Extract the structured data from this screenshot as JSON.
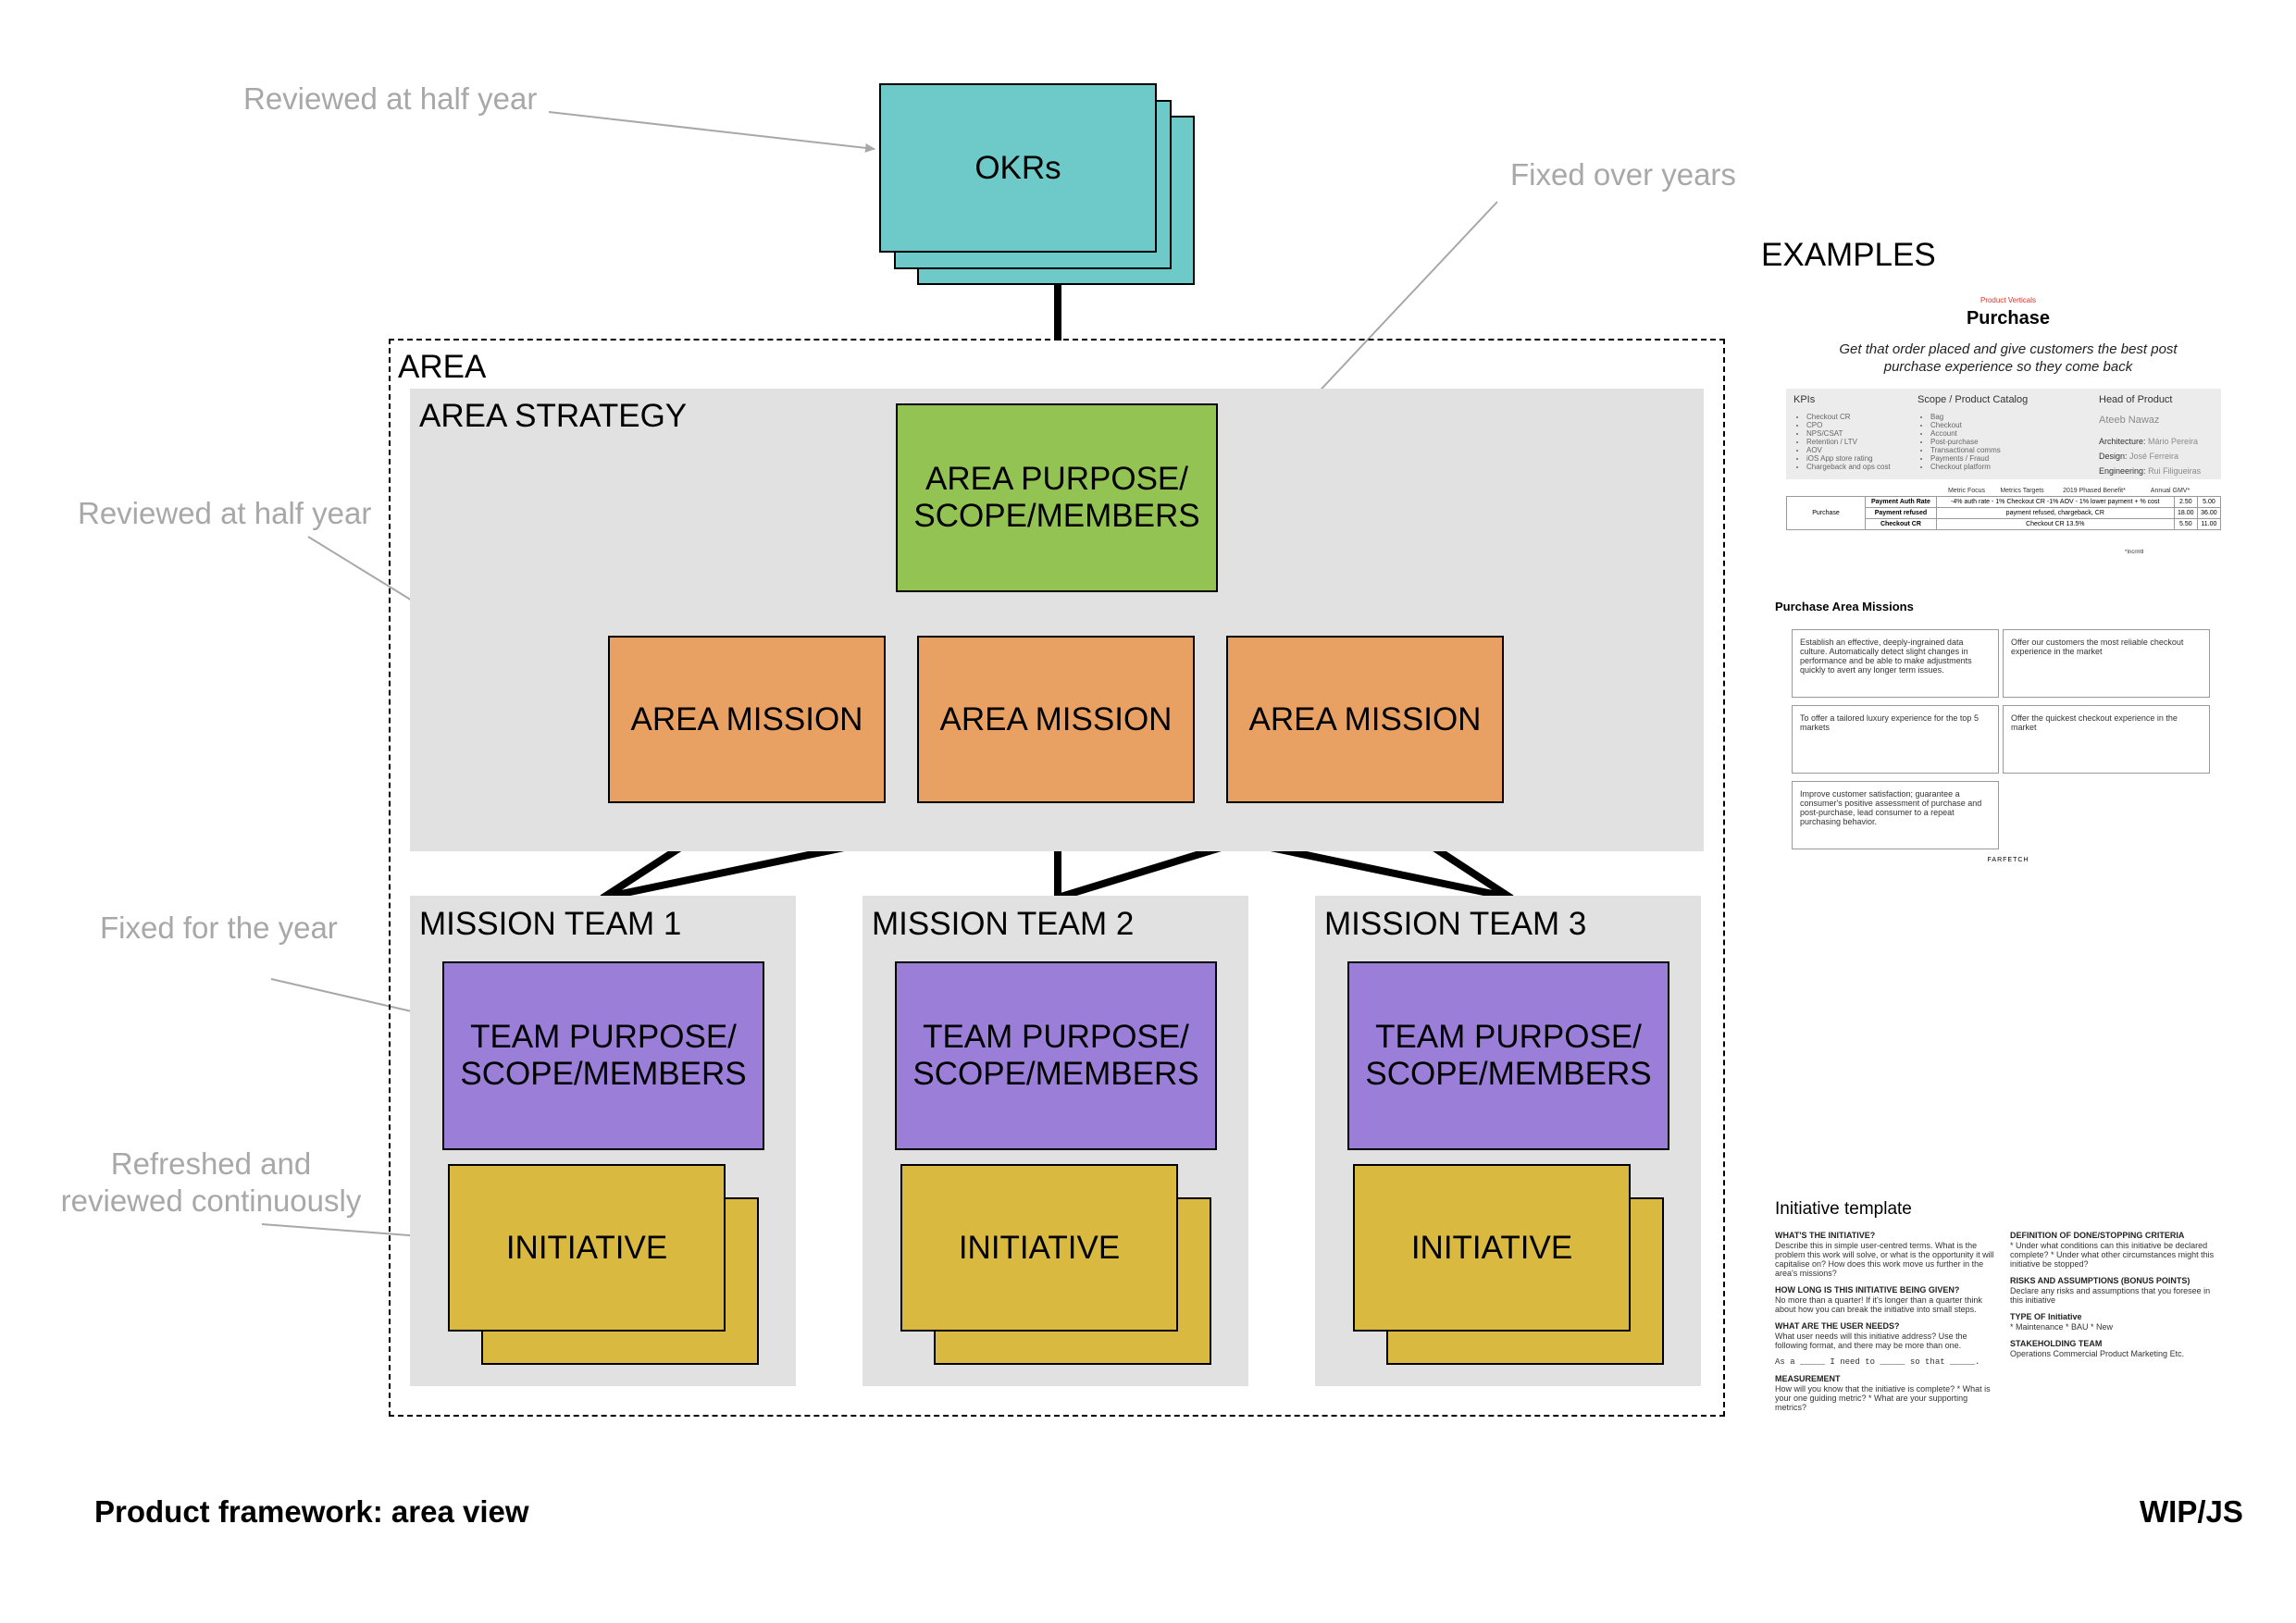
{
  "notes": {
    "okr_review": "Reviewed at half year",
    "fixed_years": "Fixed over years",
    "mission_review": "Reviewed at half year",
    "fixed_year": "Fixed for the year",
    "refreshed_1": "Refreshed and",
    "refreshed_2": "reviewed continuously"
  },
  "okrs": {
    "label": "OKRs"
  },
  "area": {
    "label": "AREA",
    "strategy_label": "AREA STRATEGY",
    "purpose_line1": "AREA PURPOSE/",
    "purpose_line2": "SCOPE/MEMBERS",
    "missions": [
      "AREA MISSION",
      "AREA MISSION",
      "AREA MISSION"
    ]
  },
  "teams": [
    {
      "label": "MISSION TEAM 1",
      "purpose_line1": "TEAM PURPOSE/",
      "purpose_line2": "SCOPE/MEMBERS",
      "initiative": "INITIATIVE"
    },
    {
      "label": "MISSION TEAM 2",
      "purpose_line1": "TEAM PURPOSE/",
      "purpose_line2": "SCOPE/MEMBERS",
      "initiative": "INITIATIVE"
    },
    {
      "label": "MISSION TEAM 3",
      "purpose_line1": "TEAM PURPOSE/",
      "purpose_line2": "SCOPE/MEMBERS",
      "initiative": "INITIATIVE"
    }
  ],
  "footer": {
    "title": "Product framework: area view",
    "credit": "WIP/JS"
  },
  "examples": {
    "heading": "EXAMPLES",
    "kicker": "Product Verticals",
    "title": "Purchase",
    "tagline_1": "Get that order placed and give customers the best post",
    "tagline_2": "purchase experience so they come back",
    "kpis_label": "KPIs",
    "kpis": [
      "Checkout CR",
      "CPO",
      "NPS/CSAT",
      "Retention / LTV",
      "AOV",
      "iOS App store rating",
      "Chargeback and ops cost"
    ],
    "scope_label": "Scope / Product Catalog",
    "scope": [
      "Bag",
      "Checkout",
      "Account",
      "Post-purchase",
      "Transactional comms",
      "Payments / Fraud",
      "Checkout platform"
    ],
    "head_label": "Head of Product",
    "head_name": "Ateeb Nawaz",
    "architecture_label": "Architecture:",
    "architecture_name": "Mário Pereira",
    "design_label": "Design:",
    "design_name": "José Ferreira",
    "engineering_label": "Engineering:",
    "engineering_name": "Rui Filigueiras",
    "table": {
      "headers": [
        "Metric Focus",
        "Metrics Targets",
        "2019 Phased Benefit*",
        "Annual GMV*"
      ],
      "row_label": "Purchase",
      "rows": [
        [
          "Payment Auth Rate",
          "-4% auth rate - 1% Checkout CR -1% AOV - 1% lower payment + % cost",
          "2.50",
          "5.00"
        ],
        [
          "Payment refused",
          "payment refused, chargeback, CR",
          "18.00",
          "36.00"
        ],
        [
          "Checkout CR",
          "Checkout CR 13.5%",
          "5.50",
          "11.00"
        ]
      ],
      "footnote": "*Incrmtl"
    },
    "missions_title": "Purchase Area Missions",
    "missions": [
      "Establish an effective, deeply-ingrained data culture. Automatically detect slight changes in performance and be able to make adjustments quickly to avert any longer term issues.",
      "Offer our customers the most reliable checkout experience in the market",
      "To offer a tailored luxury experience for the top 5 markets",
      "Offer the quickest checkout experience in the market",
      "Improve customer satisfaction; guarantee a consumer's positive assessment of purchase and post-purchase, lead consumer to a repeat purchasing behavior."
    ],
    "brand": "FARFETCH",
    "initiative_title": "Initiative template",
    "initiative_left": [
      {
        "h": "WHAT'S THE INITIATIVE?",
        "t": "Describe this in simple user-centred terms. What is the problem this work will solve, or what is the opportunity it will capitalise on? How does this work move us further in the area's missions?"
      },
      {
        "h": "HOW LONG IS THIS INITIATIVE BEING GIVEN?",
        "t": "No more than a quarter! If it's longer than a quarter think about how you can break the initiative into small steps."
      },
      {
        "h": "WHAT ARE THE USER NEEDS?",
        "t": "What user needs will this initiative address? Use the following format, and there may be more than one."
      },
      {
        "h": "",
        "t": "As a _____ I need to _____ so that _____."
      },
      {
        "h": "MEASUREMENT",
        "t": "How will you know that the initiative is complete? * What is your one guiding metric? * What are your supporting metrics?"
      }
    ],
    "initiative_right": [
      {
        "h": "DEFINITION OF DONE/STOPPING CRITERIA",
        "t": "* Under what conditions can this initiative be declared complete? * Under what other circumstances might this initiative be stopped?"
      },
      {
        "h": "RISKS AND ASSUMPTIONS (BONUS POINTS)",
        "t": "Declare any risks and assumptions that you foresee in this initiative"
      },
      {
        "h": "TYPE OF Initiative",
        "t": "* Maintenance * BAU * New"
      },
      {
        "h": "STAKEHOLDING TEAM",
        "t": "Operations Commercial Product Marketing Etc."
      }
    ]
  }
}
